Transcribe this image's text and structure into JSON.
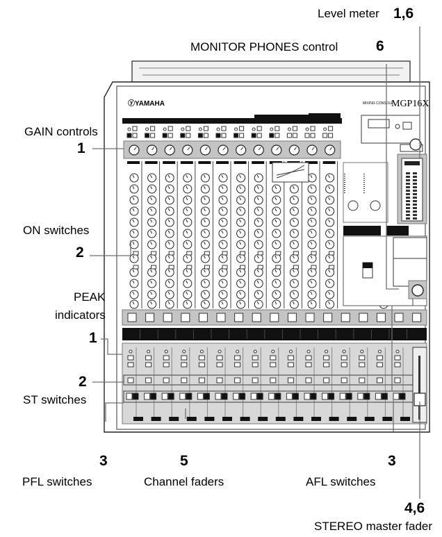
{
  "brand": "ⓨYAMAHA",
  "model": "MGP16X",
  "model_sub": "MIXING CONSOLE",
  "callouts": {
    "level_meter": {
      "label": "Level meter",
      "num": "1,6"
    },
    "monitor_phones": {
      "label": "MONITOR PHONES control",
      "num": "6"
    },
    "gain": {
      "label": "GAIN controls",
      "num": "1"
    },
    "on_switches": {
      "label": "ON switches",
      "num": "2"
    },
    "peak": {
      "label_line1": "PEAK",
      "label_line2": "indicators",
      "num": "1"
    },
    "st_switches": {
      "label": "ST switches",
      "num": "2"
    },
    "pfl": {
      "label": "PFL switches",
      "num": "3"
    },
    "channel_faders": {
      "label": "Channel faders",
      "num": "5"
    },
    "afl": {
      "label": "AFL switches",
      "num": "3"
    },
    "stereo_master": {
      "label": "STEREO master fader",
      "num": "4,6"
    }
  },
  "colors": {
    "panel": "#e6e6e6",
    "highlight": "#c4c4c4",
    "dark": "#111111",
    "line": "#6f6f6f"
  }
}
